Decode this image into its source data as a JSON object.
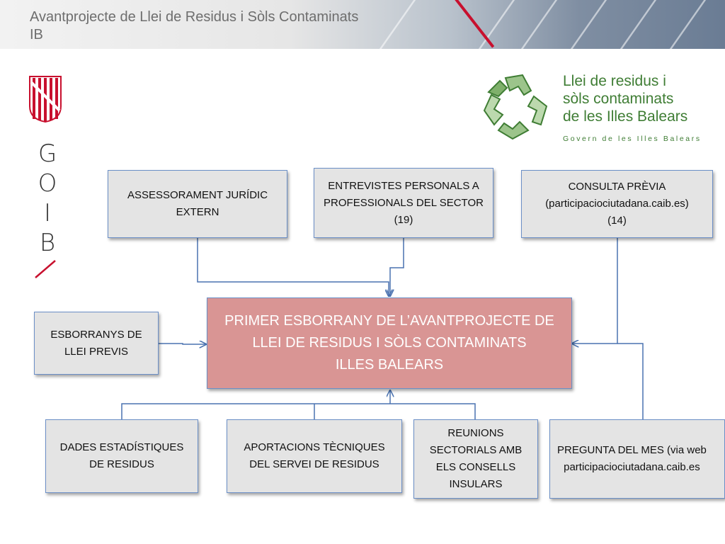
{
  "header": {
    "title": "Avantprojecte de Llei de Residus i Sòls Contaminats IB"
  },
  "goib_logo": {
    "letters": [
      "G",
      "O",
      "I",
      "B"
    ]
  },
  "brand_logo": {
    "lines": [
      "Llei de residus i",
      "sòls contaminats",
      "de les Illes Balears"
    ],
    "subtitle": "Govern de les Illes Balears",
    "color": "#3f7d34"
  },
  "colors": {
    "box_fill": "#e4e4e4",
    "box_border": "#6b8fc7",
    "main_fill": "#d99594",
    "connector": "#4a72b0",
    "red_accent": "#c8102e"
  },
  "diagram": {
    "main": "PRIMER ESBORRANY DE L’AVANTPROJECTE DE\nLLEI DE RESIDUS I SÒLS CONTAMINATS\nILLES BALEARS",
    "top_left": "ASSESSORAMENT JURÍDIC\nEXTERN",
    "top_center": "ENTREVISTES PERSONALS A\nPROFESSIONALS DEL SECTOR\n(19)",
    "top_right": "CONSULTA PRÈVIA\n(participaciociutadana.caib.es)\n(14)",
    "left": "ESBORRANYS DE\nLLEI PREVIS",
    "bottom_1": "DADES ESTADÍSTIQUES\nDE RESIDUS",
    "bottom_2": "APORTACIONS  TÈCNIQUES\nDEL SERVEI DE RESIDUS",
    "bottom_3": "REUNIONS\nSECTORIALS AMB\nELS CONSELLS\nINSULARS",
    "bottom_right": "PREGUNTA DEL MES (via web\nparticipaciociutadana.caib.es"
  }
}
